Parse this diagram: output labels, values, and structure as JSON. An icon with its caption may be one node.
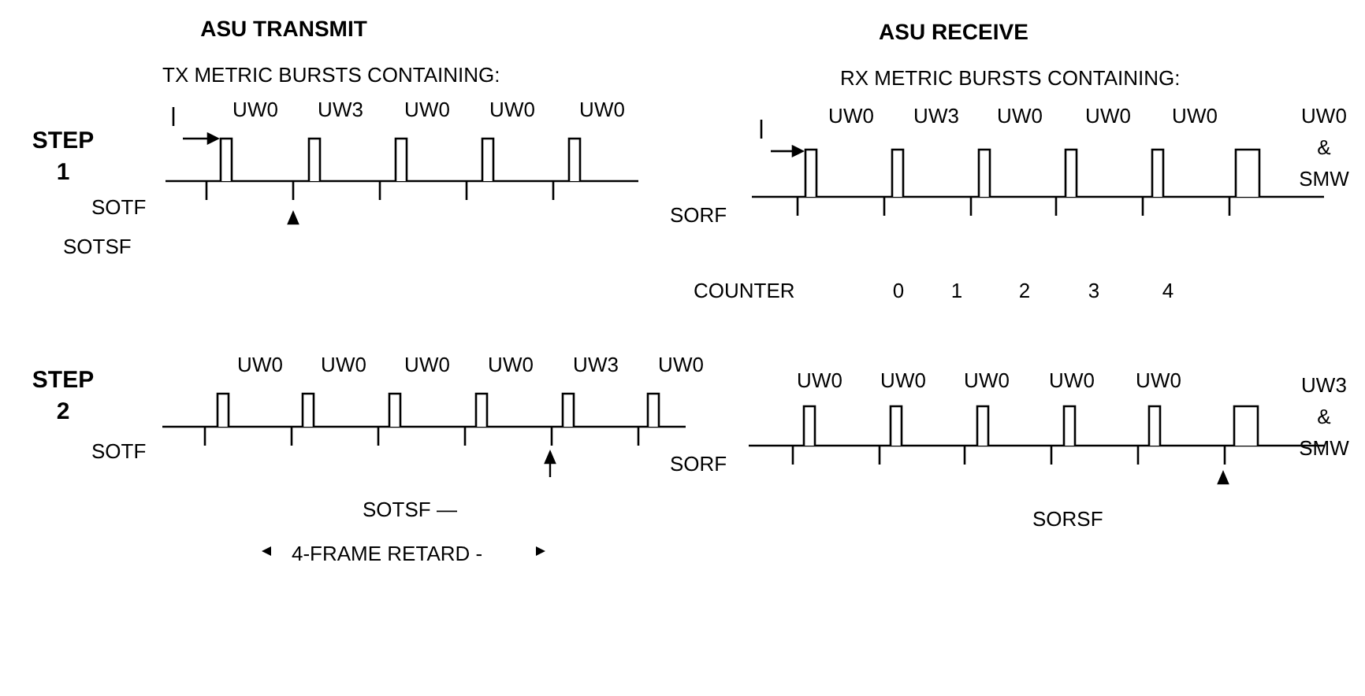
{
  "diagram": {
    "labels": [
      "ASU TRANSMIT",
      "ASU RECEIVE",
      "TX METRIC BURSTS CONTAINING:",
      "RX METRIC BURSTS CONTAINING:",
      "UW0",
      "UW3",
      "UW0",
      "UW0",
      "UW0",
      "UW0",
      "UW3",
      "UW0",
      "UW0",
      "UW0",
      "UW0 & SMW",
      "STEP 1",
      "SOTF",
      "SORF",
      "SOTSF",
      "COUNTER",
      "0",
      "1",
      "2",
      "3",
      "4",
      "UW0",
      "UW0",
      "UW0",
      "UW0",
      "UW3",
      "UW0",
      "UW0",
      "UW0",
      "UW0",
      "UW0",
      "UW0",
      "UW3 & SMW",
      "STEP 2",
      "SOTF",
      "SORF",
      "SOTSF —",
      "SORSF",
      "4-FRAME RETARD -"
    ]
  }
}
